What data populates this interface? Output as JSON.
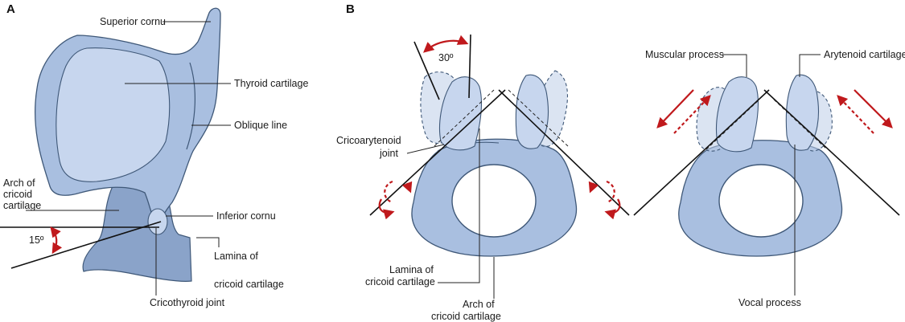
{
  "panels": {
    "a": "A",
    "b": "B"
  },
  "labels": {
    "superior_cornu": "Superior cornu",
    "thyroid_cartilage": "Thyroid cartilage",
    "oblique_line": "Oblique line",
    "arch_line1": "Arch of",
    "arch_line2": "cricoid",
    "arch_line3": "cartilage",
    "inferior_cornu": "Inferior cornu",
    "lamina_a_line1": "Lamina of",
    "lamina_a_line2": "cricoid cartilage",
    "cricothyroid_joint": "Cricothyroid joint",
    "angle_15": "15º",
    "angle_30": "30º",
    "cricoarytenoid_line1": "Cricoarytenoid",
    "cricoarytenoid_line2": "joint",
    "lamina_b_line1": "Lamina of",
    "lamina_b_line2": "cricoid cartilage",
    "arch_b_line1": "Arch of",
    "arch_b_line2": "cricoid cartilage",
    "muscular_process": "Muscular process",
    "arytenoid_cartilage": "Arytenoid cartilage",
    "vocal_process": "Vocal process"
  },
  "colors": {
    "cartilage": "#a9bfe0",
    "cartilage_outline": "#3f5878",
    "arrow_red": "#c0191c"
  }
}
